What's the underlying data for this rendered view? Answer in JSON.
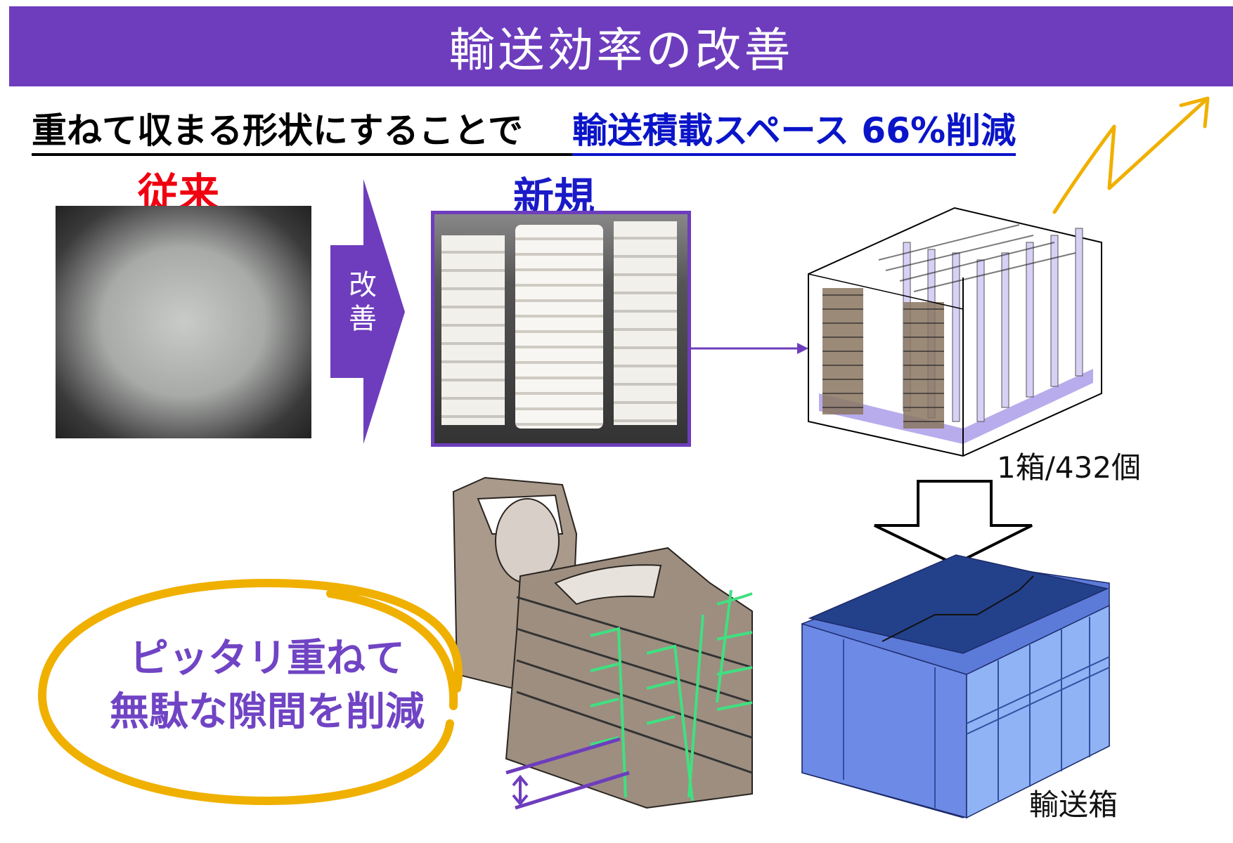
{
  "title": "輸送効率の改善",
  "subtitle": {
    "lead": "重ねて収まる形状にすることで",
    "highlight": "輸送積載スペース 66%削減"
  },
  "labels": {
    "old": "従来",
    "new": "新規",
    "improve": "改善",
    "count": "1箱/432個",
    "crate": "輸送箱"
  },
  "callout": {
    "line1": "ピッタリ重ねて",
    "line2": "無駄な隙間を削減"
  },
  "colors": {
    "title_bg": "#6e3dbd",
    "highlight": "#0a14c8",
    "old_label": "#f00010",
    "callout_ring": "#f0b000",
    "crate_blue": "#6a86e0"
  }
}
